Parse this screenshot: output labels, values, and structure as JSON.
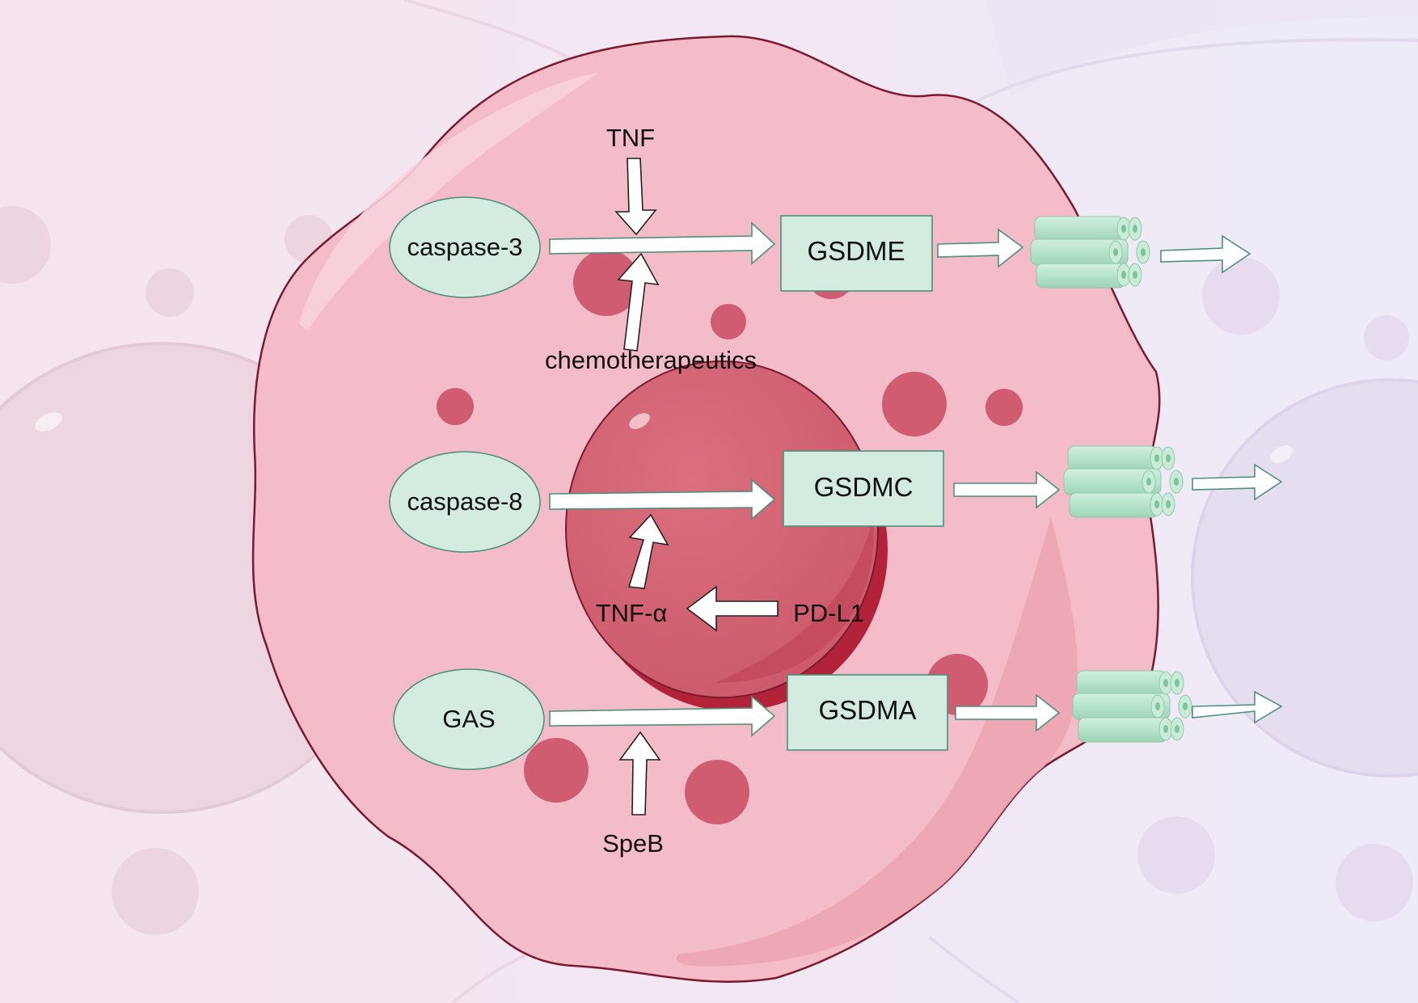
{
  "colors": {
    "background_left": "#f4e6ef",
    "background_right": "#efe9f7",
    "cell_body": "#f4bcc8",
    "cell_outline": "#7a1a2e",
    "nucleus": "#d46777",
    "vesicle": "#cf5c70",
    "node_fill": "#d4ebe0",
    "node_stroke": "#4e8f7e",
    "pore_fill": "#b4e1c9",
    "arrow_fill": "#ffffff"
  },
  "activators": [
    {
      "id": "caspase3",
      "label": "caspase-3"
    },
    {
      "id": "caspase8",
      "label": "caspase-8"
    },
    {
      "id": "gas",
      "label": "GAS"
    }
  ],
  "gasdermins": [
    {
      "id": "gsdme",
      "label": "GSDME"
    },
    {
      "id": "gsdmc",
      "label": "GSDMC"
    },
    {
      "id": "gsdma",
      "label": "GSDMA"
    }
  ],
  "modulators": {
    "tnf": "TNF",
    "chemotherapeutics": "chemotherapeutics",
    "tnf_alpha": "TNF-α",
    "pd_l1": "PD-L1",
    "speb": "SpeB"
  },
  "icons": {
    "pore": "gasdermin-pore-icon",
    "arrow": "block-arrow-icon"
  }
}
